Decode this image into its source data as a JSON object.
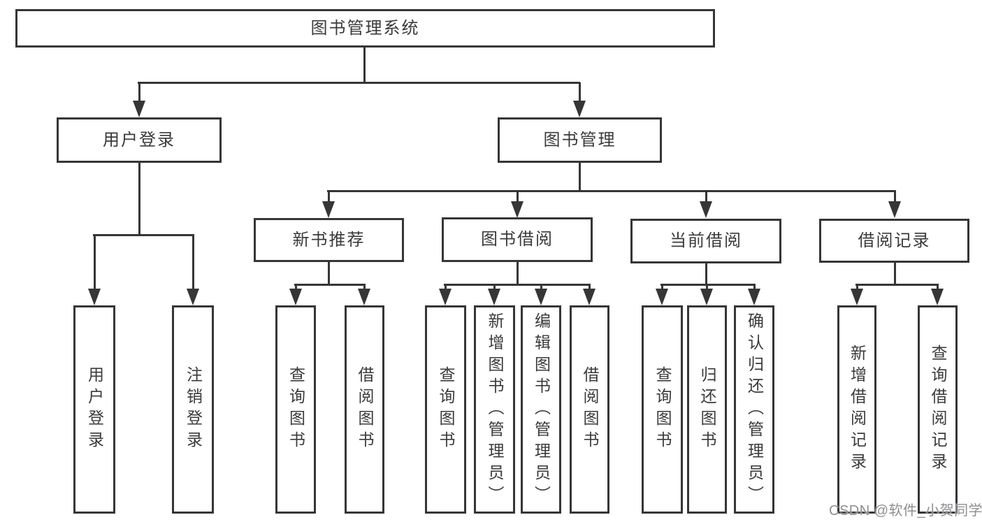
{
  "nodes": {
    "root": "图书管理系统",
    "user_login": "用户登录",
    "book_mgmt": "图书管理",
    "new_book_rec": "新书推荐",
    "book_borrow": "图书借阅",
    "current_borrow": "当前借阅",
    "borrow_records": "借阅记录",
    "leaf_user_login": "用户登录",
    "leaf_logout": "注销登录",
    "leaf_query_books_1": "查询图书",
    "leaf_borrow_books_1": "借阅图书",
    "leaf_query_books_2": "查询图书",
    "leaf_add_books": "新增图书（管理员）",
    "leaf_edit_books": "编辑图书（管理员）",
    "leaf_borrow_books_2": "借阅图书",
    "leaf_query_books_3": "查询图书",
    "leaf_return_books": "归还图书",
    "leaf_confirm_return": "确认归还（管理员）",
    "leaf_add_borrow_record": "新增借阅记录",
    "leaf_query_borrow_record": "查询借阅记录"
  },
  "hierarchy": {
    "图书管理系统": {
      "用户登录": [
        "用户登录",
        "注销登录"
      ],
      "图书管理": {
        "新书推荐": [
          "查询图书",
          "借阅图书"
        ],
        "图书借阅": [
          "查询图书",
          "新增图书（管理员）",
          "编辑图书（管理员）",
          "借阅图书"
        ],
        "当前借阅": [
          "查询图书",
          "归还图书",
          "确认归还（管理员）"
        ],
        "借阅记录": [
          "新增借阅记录",
          "查询借阅记录"
        ]
      }
    }
  },
  "watermark": {
    "text": "CSDN @软件_小贺同学"
  },
  "colors": {
    "line": "#363636",
    "text": "#3a3a3a",
    "watermark": "#8e8e93",
    "background": "#ffffff"
  }
}
